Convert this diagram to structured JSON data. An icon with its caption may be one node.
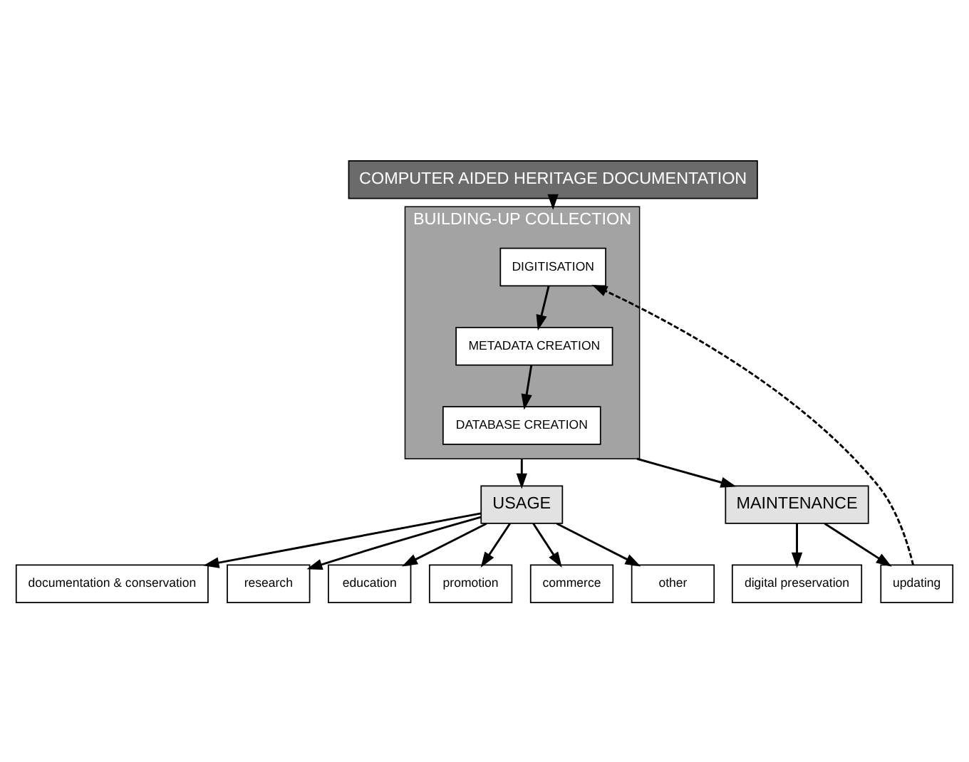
{
  "diagram": {
    "nodes": [
      {
        "text": [
          "COMPUTER AIDED HERITAGE DOCUMENTATION"
        ]
      },
      {
        "text": [
          "BUILDING-UP COLLECTION"
        ]
      },
      {
        "text": [
          "DIGITISATION"
        ],
        "in": 1
      },
      {
        "text": [
          "METADATA CREATION"
        ],
        "in": 1
      },
      {
        "text": [
          "DATABASE CREATION"
        ],
        "in": 1
      },
      {
        "text": [
          "updating"
        ]
      },
      {
        "text": [
          "MAINTENANCE"
        ]
      },
      {
        "text": [
          "digital preservation"
        ]
      },
      {
        "text": [
          "USAGE"
        ]
      },
      {
        "text": [
          "documentation & conservation"
        ]
      },
      {
        "text": [
          "research"
        ]
      },
      {
        "text": [
          "education"
        ]
      },
      {
        "text": [
          "promotion"
        ]
      },
      {
        "text": [
          "commerce"
        ]
      },
      {
        "text": [
          "other"
        ]
      }
    ],
    "edges": [
      {
        "from": 0,
        "to": 1,
        "arrow": "to"
      },
      {
        "from": 2,
        "to": 3,
        "arrow": "to"
      },
      {
        "from": 3,
        "to": 4,
        "arrow": "to"
      },
      {
        "from": 5,
        "to": 2,
        "arrow": "to",
        "style": "dashed"
      },
      {
        "from": 1,
        "to": 6,
        "arrow": "to"
      },
      {
        "from": 6,
        "to": 5,
        "arrow": "to"
      },
      {
        "from": 6,
        "to": 7,
        "arrow": "to"
      },
      {
        "from": 1,
        "to": 8,
        "arrow": "to"
      },
      {
        "from": 8,
        "to": 9,
        "arrow": "to"
      },
      {
        "from": 8,
        "to": 10,
        "arrow": "to"
      },
      {
        "from": 8,
        "to": 11,
        "arrow": "to"
      },
      {
        "from": 8,
        "to": 12,
        "arrow": "to"
      },
      {
        "from": 8,
        "to": 13,
        "arrow": "to"
      },
      {
        "from": 8,
        "to": 14,
        "arrow": "to"
      }
    ]
  }
}
